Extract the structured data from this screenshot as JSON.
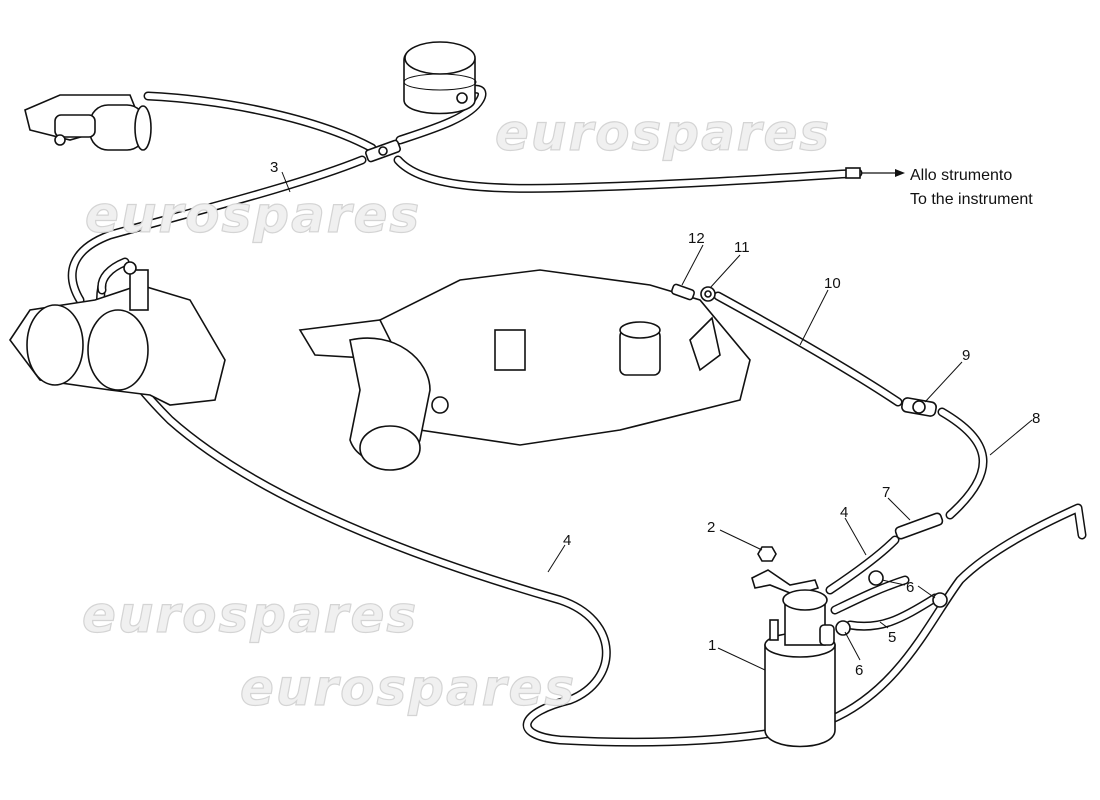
{
  "watermark": "eurospares",
  "annotation": {
    "line1": "Allo strumento",
    "line2": "To the instrument"
  },
  "callouts": [
    "1",
    "2",
    "3",
    "4",
    "4",
    "5",
    "6",
    "6",
    "7",
    "8",
    "9",
    "10",
    "11",
    "12"
  ]
}
